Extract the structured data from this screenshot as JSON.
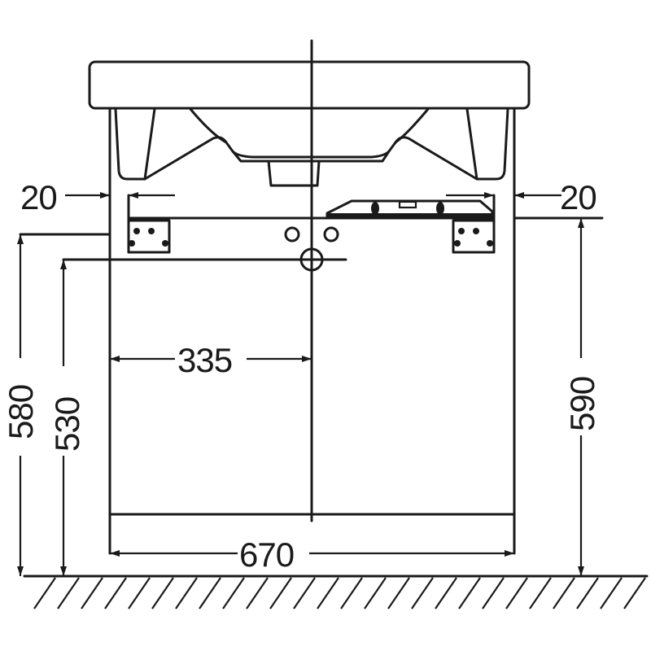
{
  "drawing": {
    "type": "vanity unit front elevation",
    "units": "mm",
    "line_color": "#1a1a1a",
    "dimensions": {
      "side_gap_left": "20",
      "side_gap_right": "20",
      "half_width": "335",
      "total_width": "670",
      "height_left_outer": "580",
      "height_left_inner": "530",
      "height_right": "590"
    }
  }
}
